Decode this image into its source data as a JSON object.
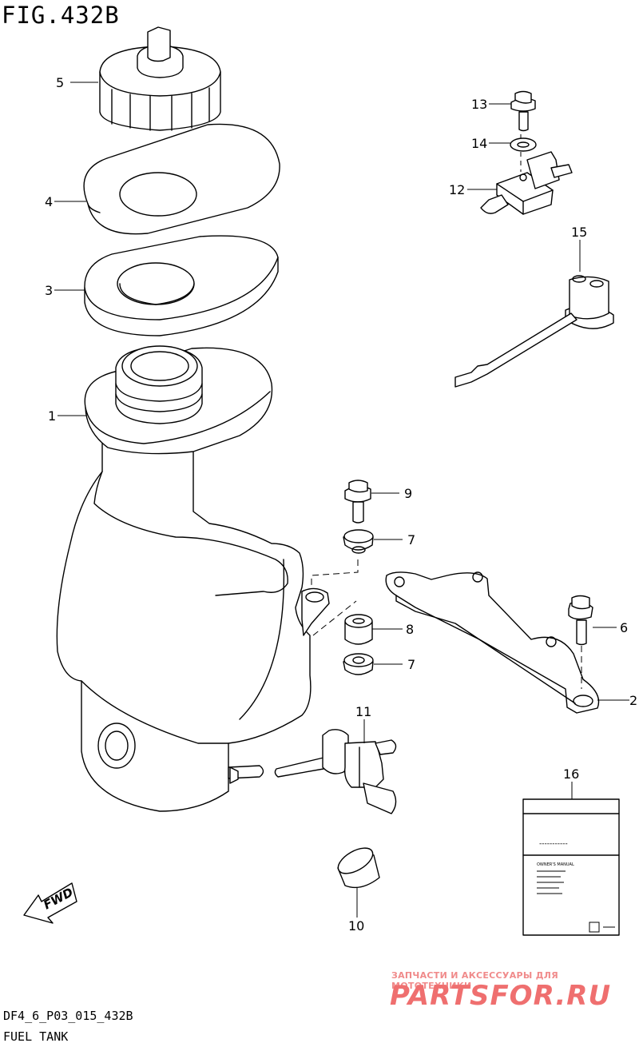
{
  "figure": {
    "title": "FIG.432B"
  },
  "footer": {
    "code": "DF4_6_P03_015_432B",
    "name": "FUEL TANK"
  },
  "watermark": {
    "line1": "ЗАПЧАСТИ И АКСЕССУАРЫ ДЛЯ МОТОТЕХНИКИ",
    "line2": "PARTSFOR.RU",
    "color": "#ef6f6f"
  },
  "fwd_arrow": {
    "label": "FWD"
  },
  "manual": {
    "header": "-----------",
    "title": "OWNER'S MANUAL"
  },
  "callouts": {
    "c1": "1",
    "c2": "2",
    "c3": "3",
    "c4": "4",
    "c5": "5",
    "c6": "6",
    "c7a": "7",
    "c7b": "7",
    "c8": "8",
    "c9": "9",
    "c10": "10",
    "c11": "11",
    "c12": "12",
    "c13": "13",
    "c14": "14",
    "c15": "15",
    "c16": "16"
  }
}
